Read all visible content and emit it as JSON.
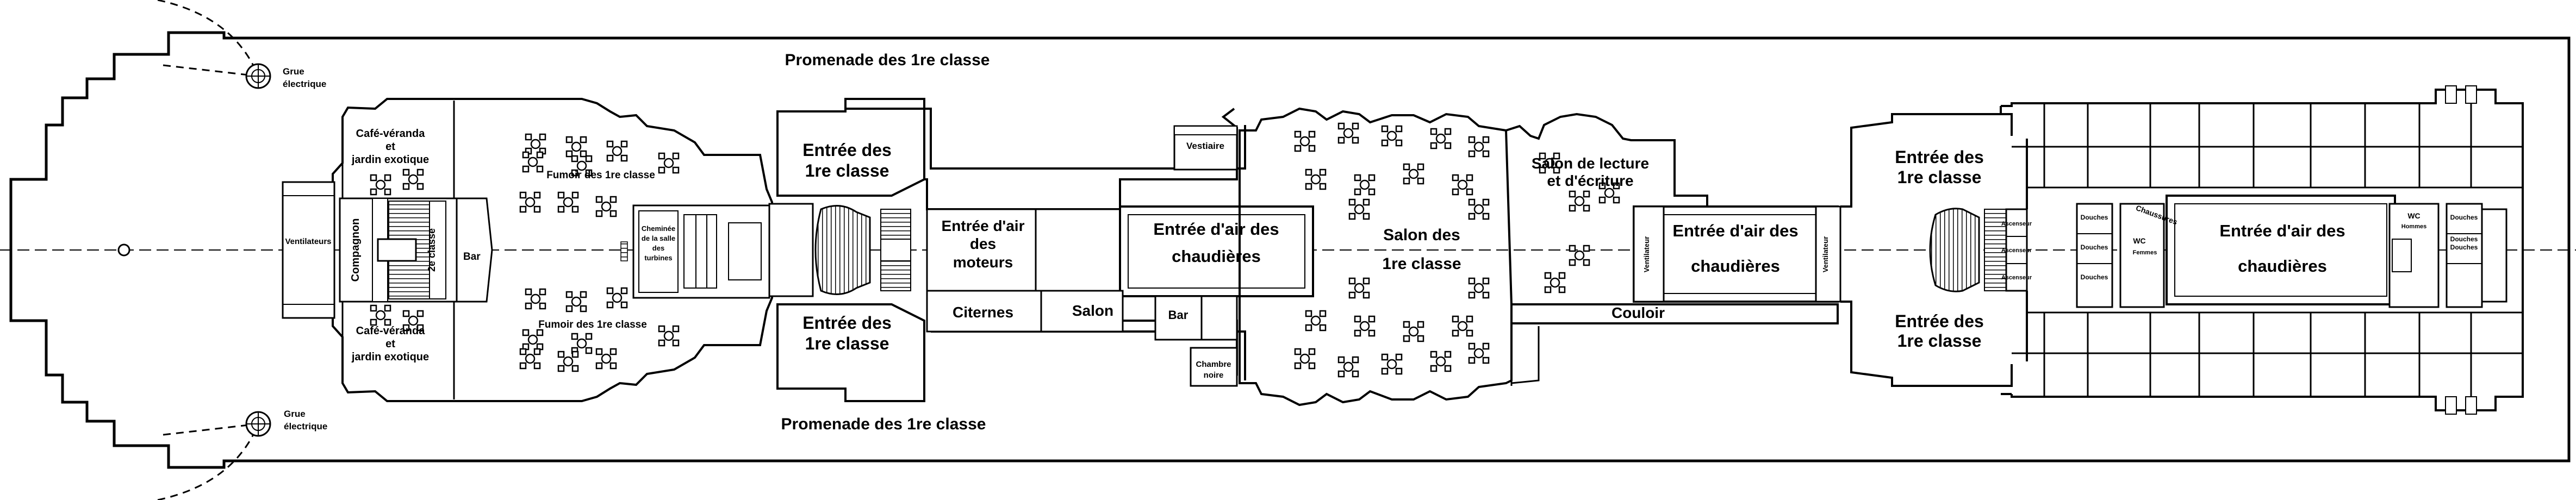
{
  "labels": {
    "promenade_top": "Promenade des 1re classe",
    "promenade_bottom": "Promenade des 1re classe",
    "grue_top_1": "Grue",
    "grue_top_2": "électrique",
    "grue_bottom_1": "Grue",
    "grue_bottom_2": "électrique",
    "cafe_top_1": "Café-véranda",
    "cafe_top_2": "et",
    "cafe_top_3": "jardin exotique",
    "cafe_bottom_1": "Café-véranda",
    "cafe_bottom_2": "et",
    "cafe_bottom_3": "jardin exotique",
    "ventilateurs": "Ventilateurs",
    "compagnon": "Compagnon",
    "deuxieme_classe": "2e classe",
    "bar_aft": "Bar",
    "fumoir_top": "Fumoir des 1re classe",
    "fumoir_bottom": "Fumoir des 1re classe",
    "cheminee_1": "Cheminée",
    "cheminee_2": "de la salle",
    "cheminee_3": "des",
    "cheminee_4": "turbines",
    "entree_tl_1": "Entrée des",
    "entree_tl_2": "1re classe",
    "entree_bl_1": "Entrée des",
    "entree_bl_2": "1re classe",
    "air_moteurs_1": "Entrée d'air",
    "air_moteurs_2": "des",
    "air_moteurs_3": "moteurs",
    "air_chaud_1_1": "Entrée d'air des",
    "air_chaud_1_2": "chaudières",
    "citernes": "Citernes",
    "salon_small": "Salon",
    "bar_mid": "Bar",
    "vestiaire": "Vestiaire",
    "chambre_1": "Chambre",
    "chambre_2": "noire",
    "salon_1re_1": "Salon des",
    "salon_1re_2": "1re classe",
    "lecture_1": "Salon de lecture",
    "lecture_2": "et d'écriture",
    "ventilateur_a": "Ventilateur",
    "ventilateur_b": "Ventilateur",
    "air_chaud_2_1": "Entrée d'air des",
    "air_chaud_2_2": "chaudières",
    "couloir": "Couloir",
    "entree_tr_1": "Entrée des",
    "entree_tr_2": "1re classe",
    "entree_br_1": "Entrée des",
    "entree_br_2": "1re classe",
    "ascenseur_1": "Ascenseur",
    "ascenseur_2": "Ascenseur",
    "ascenseur_3": "Ascenseur",
    "douches_a": "Douches",
    "douches_b": "Douches",
    "douches_c": "Douches",
    "douches_d": "Douches",
    "douches_e": "Douches",
    "douches_f": "Douches",
    "wc_femmes_1": "WC",
    "wc_femmes_2": "Femmes",
    "wc_hommes_1": "WC",
    "wc_hommes_2": "Hommes",
    "chaussures": "Chaussures",
    "air_chaud_3_1": "Entrée d'air des",
    "air_chaud_3_2": "chaudières"
  }
}
